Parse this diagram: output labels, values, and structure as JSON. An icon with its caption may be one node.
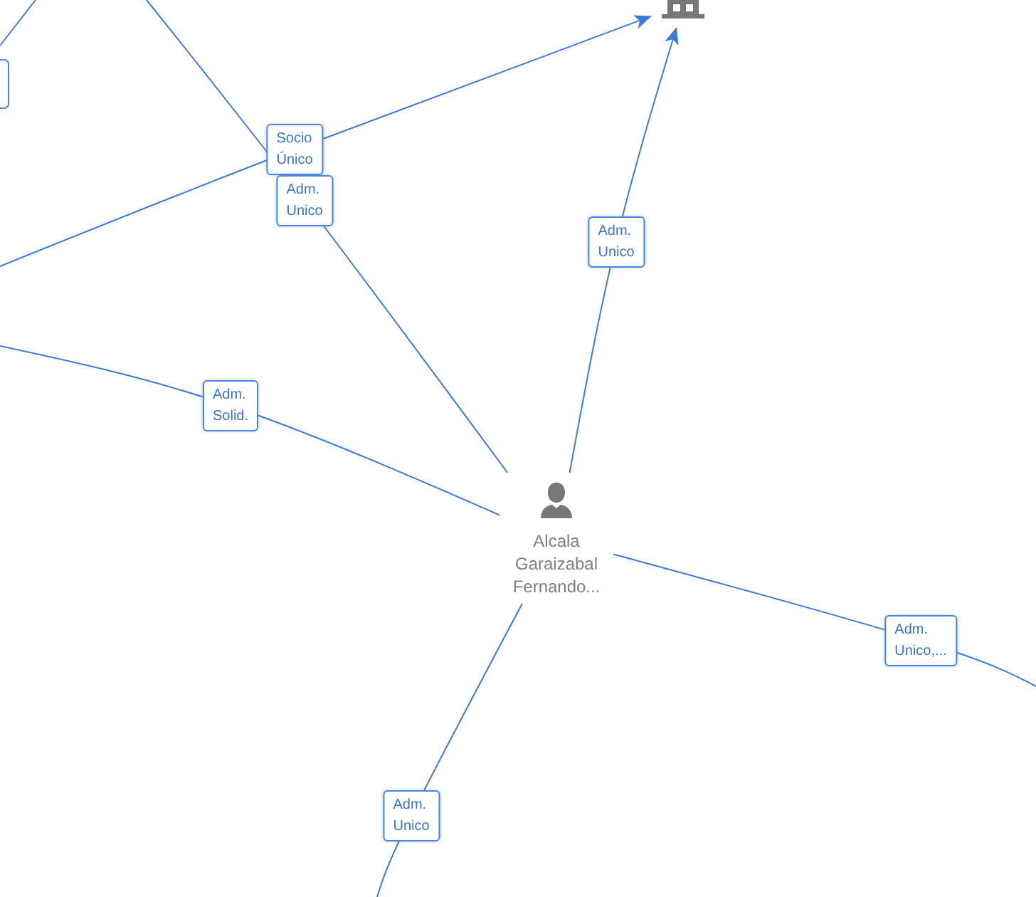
{
  "diagram": {
    "nodes": [
      {
        "text": [
          "Alcala Garaizabal Fernando..."
        ]
      },
      {
        "text": [],
        "shape": "building"
      }
    ],
    "edges": [
      {
        "from": 0,
        "to": 1,
        "arrow": "to",
        "label": "Adm. Unico"
      },
      {
        "from": null,
        "to": 1,
        "arrow": "to",
        "label": "Socio Único"
      },
      {
        "from": 0,
        "to": null,
        "arrow": "none",
        "label": "Adm. Unico"
      },
      {
        "from": 0,
        "to": null,
        "arrow": "none",
        "label": "Adm. Solid."
      },
      {
        "from": 0,
        "to": null,
        "arrow": "none",
        "label": "Adm. Unico,..."
      },
      {
        "from": 0,
        "to": null,
        "arrow": "none",
        "label": "Adm. Unico"
      }
    ]
  }
}
